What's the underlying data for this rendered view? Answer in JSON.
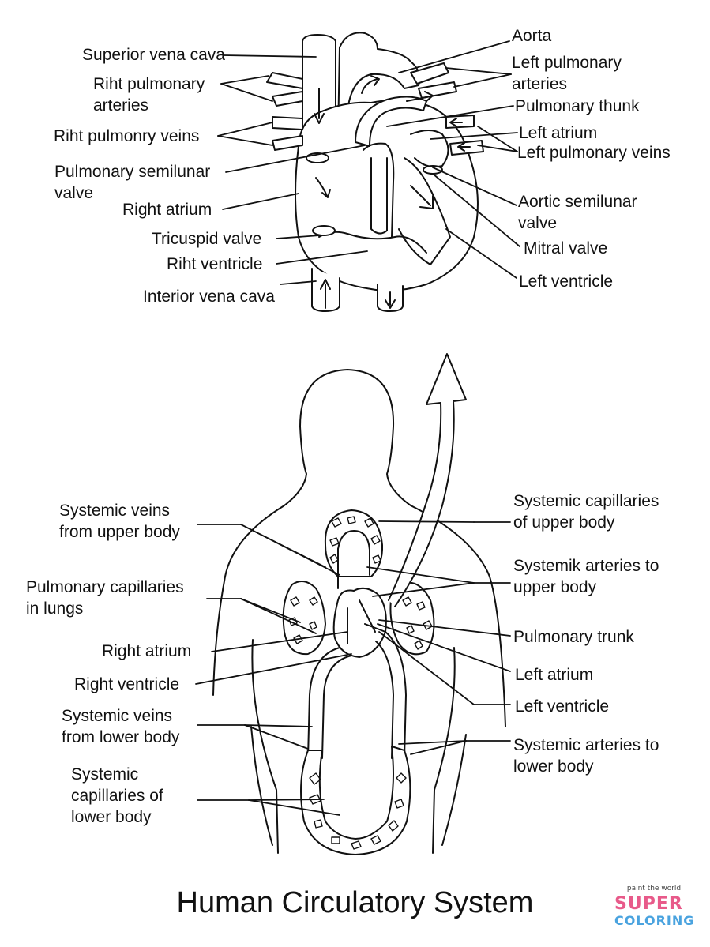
{
  "title": "Human Circulatory System",
  "logo": {
    "small": "paint the world",
    "line1": "SUPER",
    "line2": "COLORING"
  },
  "heart_labels": {
    "superior_vena_cava": "Superior vena cava",
    "riht_pulmonary_arteries": "Riht pulmonary\narteries",
    "riht_pulmonry_veins": "Riht pulmonry veins",
    "pulmonary_semilunar_valve": "Pulmonary semilunar\nvalve",
    "right_atrium": "Right atrium",
    "tricuspid_valve": "Tricuspid valve",
    "riht_ventricle": "Riht ventricle",
    "interior_vena_cava": "Interior vena cava",
    "aorta": "Aorta",
    "left_pulmonary_arteries": "Left pulmonary\narteries",
    "pulmonary_thunk": "Pulmonary thunk",
    "left_atrium": "Left atrium",
    "left_pulmonary_veins": "Left pulmonary veins",
    "aortic_semilunar_valve": "Aortic semilunar\nvalve",
    "mitral_valve": "Mitral valve",
    "left_ventricle": "Left ventricle"
  },
  "body_labels": {
    "systemic_veins_upper": "Systemic veins\nfrom upper body",
    "pulmonary_capillaries": "Pulmonary capillaries\nin lungs",
    "right_atrium": "Right atrium",
    "right_ventricle": "Right ventricle",
    "systemic_veins_lower": "Systemic veins\nfrom lower body",
    "systemic_capillaries_lower": "Systemic\ncapillaries of\nlower body",
    "systemic_capillaries_upper": "Systemic capillaries\nof upper body",
    "systemik_arteries_upper": "Systemik arteries to\nupper body",
    "pulmonary_trunk": "Pulmonary trunk",
    "left_atrium": "Left atrium",
    "left_ventricle": "Left ventricle",
    "systemic_arteries_lower": "Systemic arteries to\nlower body"
  }
}
